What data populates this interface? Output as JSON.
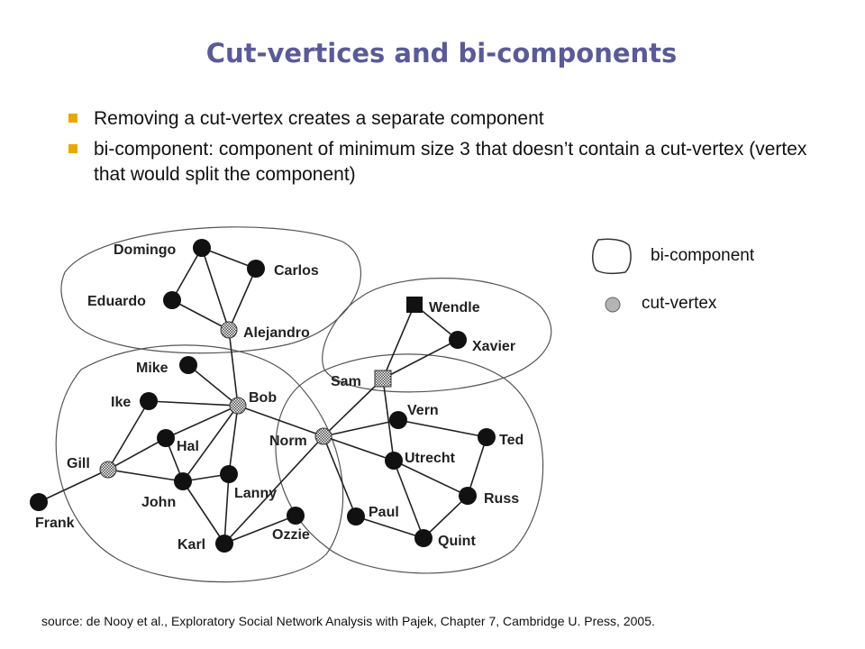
{
  "title": "Cut-vertices and bi-components",
  "bullets": [
    "Removing a cut-vertex creates a separate component",
    "bi-component: component of minimum size 3 that doesn’t contain a cut-vertex (vertex that would split the component)"
  ],
  "legend": {
    "bicomponent_label": "bi-component",
    "cutvertex_label": "cut-vertex"
  },
  "source": "source: de Nooy et al., Exploratory Social Network Analysis with Pajek, Chapter 7, Cambridge U. Press, 2005.",
  "graph": {
    "nodes": [
      {
        "id": "Domingo",
        "label": "Domingo",
        "type": "normal"
      },
      {
        "id": "Carlos",
        "label": "Carlos",
        "type": "normal"
      },
      {
        "id": "Eduardo",
        "label": "Eduardo",
        "type": "normal"
      },
      {
        "id": "Alejandro",
        "label": "Alejandro",
        "type": "cut"
      },
      {
        "id": "Mike",
        "label": "Mike",
        "type": "normal"
      },
      {
        "id": "Ike",
        "label": "Ike",
        "type": "normal"
      },
      {
        "id": "Bob",
        "label": "Bob",
        "type": "cut"
      },
      {
        "id": "Hal",
        "label": "Hal",
        "type": "normal"
      },
      {
        "id": "Gill",
        "label": "Gill",
        "type": "cut"
      },
      {
        "id": "John",
        "label": "John",
        "type": "normal"
      },
      {
        "id": "Lanny",
        "label": "Lanny",
        "type": "normal"
      },
      {
        "id": "Frank",
        "label": "Frank",
        "type": "normal"
      },
      {
        "id": "Karl",
        "label": "Karl",
        "type": "normal"
      },
      {
        "id": "Ozzie",
        "label": "Ozzie",
        "type": "normal"
      },
      {
        "id": "Norm",
        "label": "Norm",
        "type": "cut"
      },
      {
        "id": "Sam",
        "label": "Sam",
        "type": "cut-square"
      },
      {
        "id": "Wendle",
        "label": "Wendle",
        "type": "square"
      },
      {
        "id": "Xavier",
        "label": "Xavier",
        "type": "normal"
      },
      {
        "id": "Vern",
        "label": "Vern",
        "type": "normal"
      },
      {
        "id": "Ted",
        "label": "Ted",
        "type": "normal"
      },
      {
        "id": "Utrecht",
        "label": "Utrecht",
        "type": "normal"
      },
      {
        "id": "Russ",
        "label": "Russ",
        "type": "normal"
      },
      {
        "id": "Paul",
        "label": "Paul",
        "type": "normal"
      },
      {
        "id": "Quint",
        "label": "Quint",
        "type": "normal"
      }
    ],
    "edges": [
      [
        "Domingo",
        "Carlos"
      ],
      [
        "Domingo",
        "Eduardo"
      ],
      [
        "Domingo",
        "Alejandro"
      ],
      [
        "Carlos",
        "Alejandro"
      ],
      [
        "Eduardo",
        "Alejandro"
      ],
      [
        "Alejandro",
        "Bob"
      ],
      [
        "Mike",
        "Bob"
      ],
      [
        "Ike",
        "Bob"
      ],
      [
        "Ike",
        "Gill"
      ],
      [
        "Bob",
        "Hal"
      ],
      [
        "Bob",
        "John"
      ],
      [
        "Bob",
        "Lanny"
      ],
      [
        "Bob",
        "Norm"
      ],
      [
        "Gill",
        "Hal"
      ],
      [
        "Gill",
        "John"
      ],
      [
        "Gill",
        "Frank"
      ],
      [
        "John",
        "Hal"
      ],
      [
        "John",
        "Lanny"
      ],
      [
        "John",
        "Karl"
      ],
      [
        "Karl",
        "Ozzie"
      ],
      [
        "Karl",
        "Lanny"
      ],
      [
        "Norm",
        "Sam"
      ],
      [
        "Norm",
        "Vern"
      ],
      [
        "Norm",
        "Utrecht"
      ],
      [
        "Norm",
        "Paul"
      ],
      [
        "Norm",
        "Karl"
      ],
      [
        "Sam",
        "Wendle"
      ],
      [
        "Sam",
        "Xavier"
      ],
      [
        "Wendle",
        "Xavier"
      ],
      [
        "Sam",
        "Utrecht"
      ],
      [
        "Vern",
        "Ted"
      ],
      [
        "Ted",
        "Russ"
      ],
      [
        "Utrecht",
        "Russ"
      ],
      [
        "Utrecht",
        "Quint"
      ],
      [
        "Russ",
        "Quint"
      ],
      [
        "Paul",
        "Quint"
      ]
    ],
    "bicomponent_count": 4
  }
}
